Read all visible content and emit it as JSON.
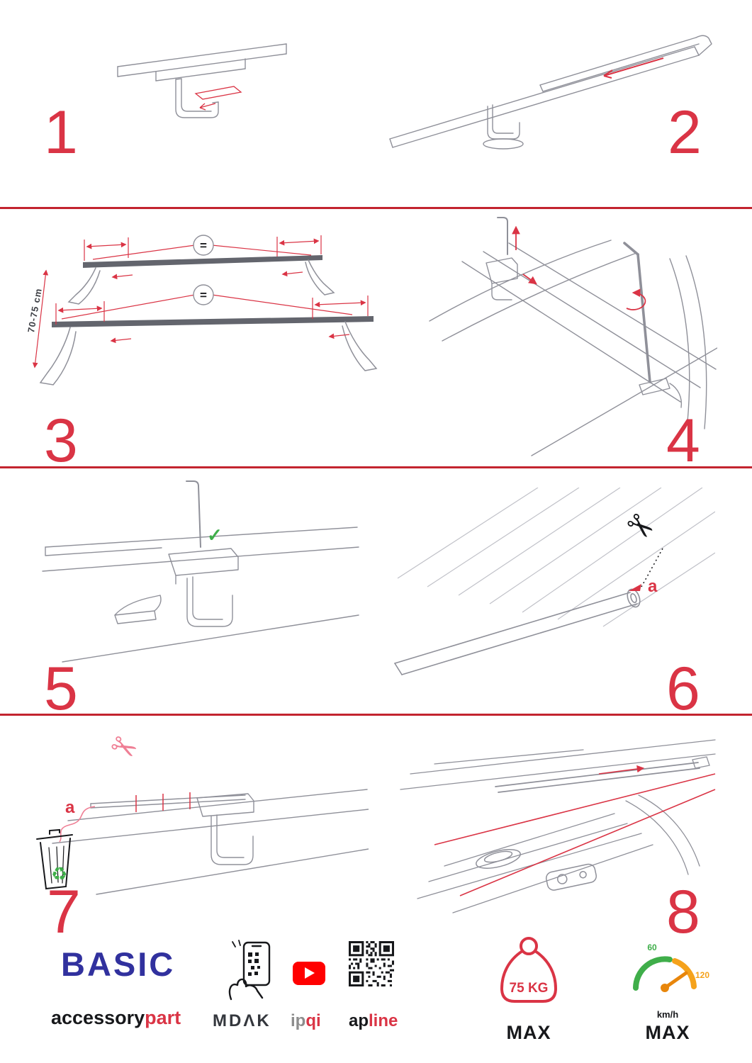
{
  "colors": {
    "accent-red": "#da3445",
    "separator-red": "#c3242f",
    "brand-blue": "#31319e",
    "green": "#3fae4a",
    "orange": "#f5a21b",
    "orange-dark": "#e8860b",
    "pink": "#ef7f95",
    "sketch": "#8f9099",
    "sketch-light": "#c0c1c8",
    "bar-fill": "#63656d",
    "dark": "#17181b",
    "youtube-red": "#ff0000",
    "gray-text": "#8d8d8d"
  },
  "steps": [
    {
      "number": "1"
    },
    {
      "number": "2"
    },
    {
      "number": "3",
      "equal": "=",
      "dimension": "70-75 cm"
    },
    {
      "number": "4"
    },
    {
      "number": "5"
    },
    {
      "number": "6",
      "cut_label": "a"
    },
    {
      "number": "7",
      "cut_label": "a"
    },
    {
      "number": "8"
    }
  ],
  "icons": {
    "scissors": "✂",
    "checkmark": "✓",
    "recycle": "♻"
  },
  "footer": {
    "brand": "BASIC",
    "brand_sub_black": "accessory",
    "brand_sub_red": "part",
    "partner_mdak": "MDΛK",
    "partner_ipqi_gray": "ip",
    "partner_ipqi_red": "qi",
    "partner_apline_black": "ap",
    "partner_apline_red": "line",
    "weight_limit": "75 KG",
    "weight_max_label": "MAX",
    "speed_tick_low": "60",
    "speed_tick_high": "120",
    "speed_unit": "km/h",
    "speed_max_label": "MAX"
  }
}
